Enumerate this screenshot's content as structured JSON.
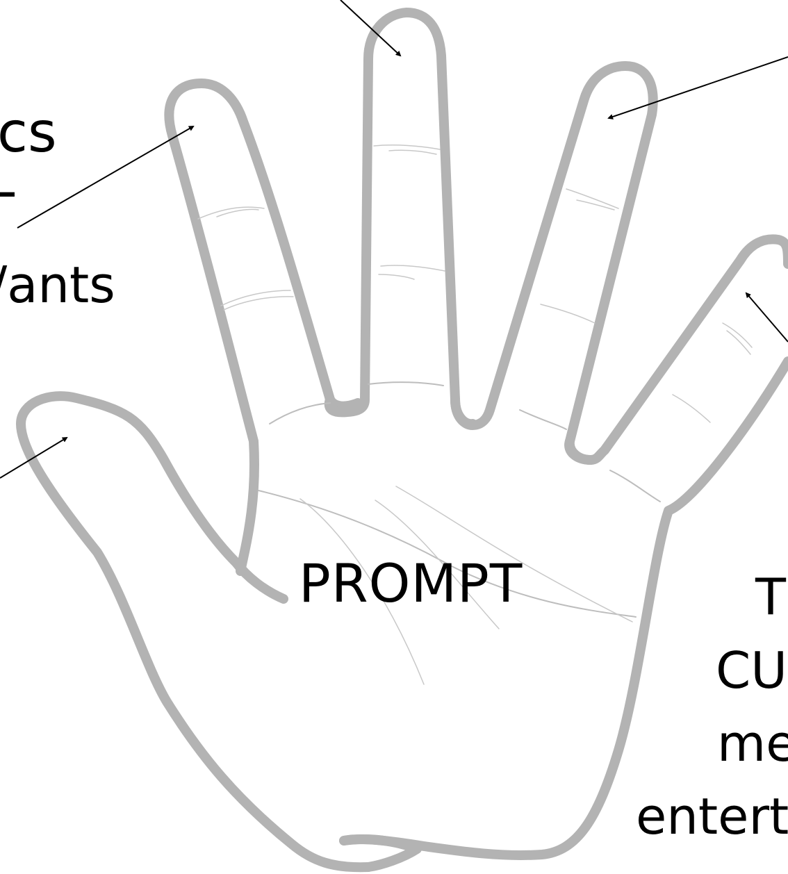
{
  "palm_label": "PROMPT",
  "left_text": {
    "line1": "cs",
    "line2": "-",
    "line3": "/ants"
  },
  "right_text": {
    "line1": "T",
    "line2": "CU",
    "line3": "me",
    "line4": "entert"
  },
  "colors": {
    "hand_outline": "#b3b3b3",
    "crease": "#bdbdbd",
    "arrow": "#000000",
    "text": "#000000",
    "background": "#ffffff"
  }
}
